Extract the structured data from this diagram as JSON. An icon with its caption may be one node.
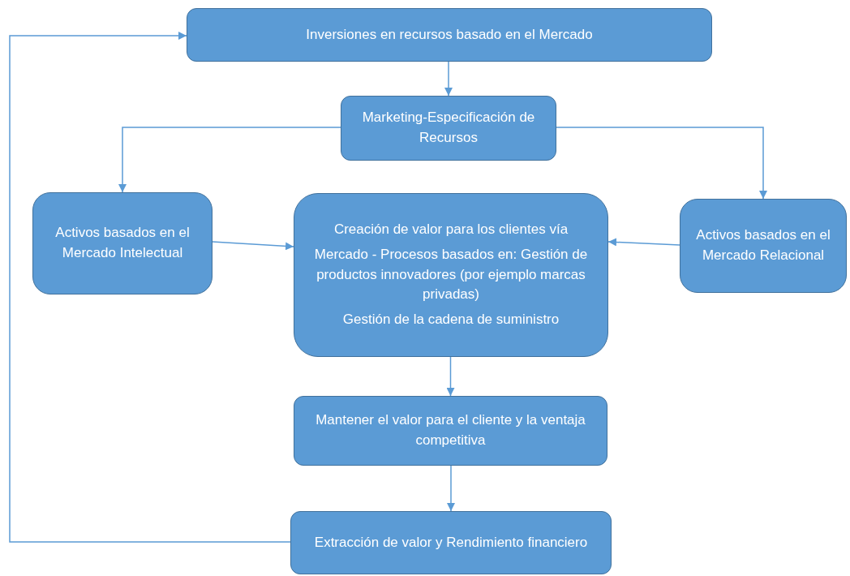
{
  "diagram": {
    "nodes": [
      {
        "text": [
          "Inversiones en recursos basado en el Mercado"
        ]
      },
      {
        "text": [
          "Marketing-Especificación de Recursos"
        ]
      },
      {
        "text": [
          "Activos basados en el Mercado Intelectual"
        ]
      },
      {
        "text": [
          "Creación de valor para los clientes vía",
          "Mercado - Procesos basados en: Gestión de productos innovadores (por ejemplo marcas privadas)",
          "Gestión de la cadena de suministro"
        ]
      },
      {
        "text": [
          "Activos basados en el Mercado Relacional"
        ]
      },
      {
        "text": [
          "Mantener el valor para el cliente y la ventaja competitiva"
        ]
      },
      {
        "text": [
          "Extracción de valor y Rendimiento financiero"
        ]
      }
    ],
    "edges": [
      {
        "from": 0,
        "to": 1,
        "arrow": "to"
      },
      {
        "from": 1,
        "to": 2,
        "arrow": "to"
      },
      {
        "from": 1,
        "to": 4,
        "arrow": "to"
      },
      {
        "from": 2,
        "to": 3,
        "arrow": "to"
      },
      {
        "from": 4,
        "to": 3,
        "arrow": "to"
      },
      {
        "from": 3,
        "to": 5,
        "arrow": "to"
      },
      {
        "from": 5,
        "to": 6,
        "arrow": "to"
      },
      {
        "from": 6,
        "to": 0,
        "arrow": "to"
      }
    ]
  }
}
